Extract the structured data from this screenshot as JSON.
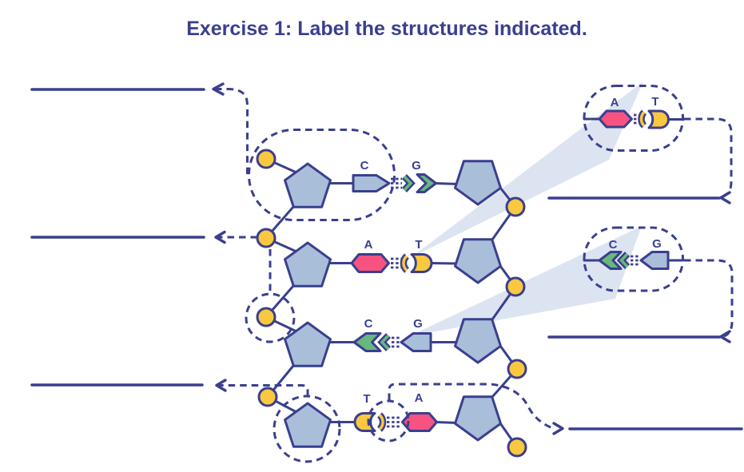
{
  "title": "Exercise 1: Label the structures indicated.",
  "palette": {
    "outline_navy": "#3a3f8e",
    "slate_blue": "#a9bed9",
    "golden_yellow": "#f9c83e",
    "rose_pink": "#f85380",
    "leaf_green": "#68b87d",
    "beam_blue": "#dde4f1"
  },
  "rungs": [
    {
      "left_base": "C",
      "right_base": "G"
    },
    {
      "left_base": "A",
      "right_base": "T"
    },
    {
      "left_base": "C",
      "right_base": "G"
    },
    {
      "left_base": "T",
      "right_base": "A"
    }
  ],
  "insets": [
    {
      "left_base": "A",
      "right_base": "T"
    },
    {
      "left_base": "C",
      "right_base": "G"
    }
  ]
}
